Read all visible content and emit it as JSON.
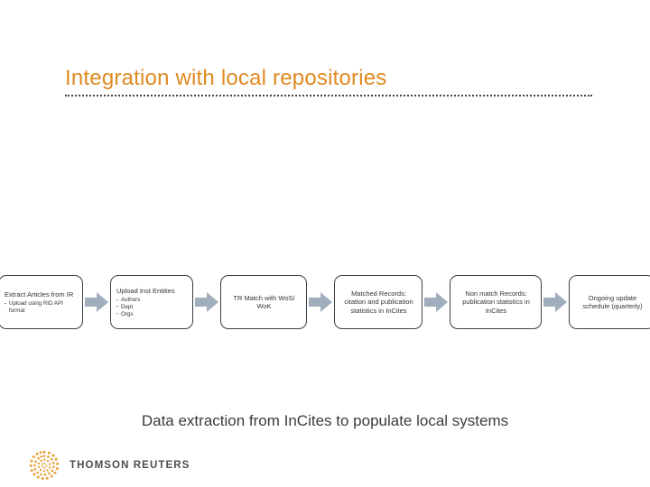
{
  "slide": {
    "title": "Integration with local repositories",
    "caption": "Data extraction from InCites to populate local systems",
    "title_color": "#e08a22",
    "rule_color": "#4a4038",
    "box_border_color": "#3b3f44",
    "arrow_color": "#9fadbd",
    "text_color": "#2f3337"
  },
  "flow": {
    "arrow_icon": "right-block-arrow-icon",
    "steps": [
      {
        "heading": "Extract Articles from IR",
        "align": "left",
        "bullets": [
          "Upload using RID API format"
        ]
      },
      {
        "heading": "Upload Inst Entities",
        "align": "left",
        "bullets": [
          "Authors",
          "Dept",
          "Orgs"
        ]
      },
      {
        "heading": "TR Match with WoS/ WoK",
        "align": "center",
        "bullets": []
      },
      {
        "heading": "Matched Records: citation and publication statistics in InCites",
        "align": "center",
        "bullets": []
      },
      {
        "heading": "Non match Records: publication statistics in InCites",
        "align": "center",
        "bullets": []
      },
      {
        "heading": "Ongoing update schedule (quarterly)",
        "align": "center",
        "bullets": []
      }
    ]
  },
  "footer": {
    "logo_mark_icon": "thomson-reuters-spiral-dots-icon",
    "logo_text": "THOMSON REUTERS",
    "logo_mark_color": "#e8a33d"
  }
}
